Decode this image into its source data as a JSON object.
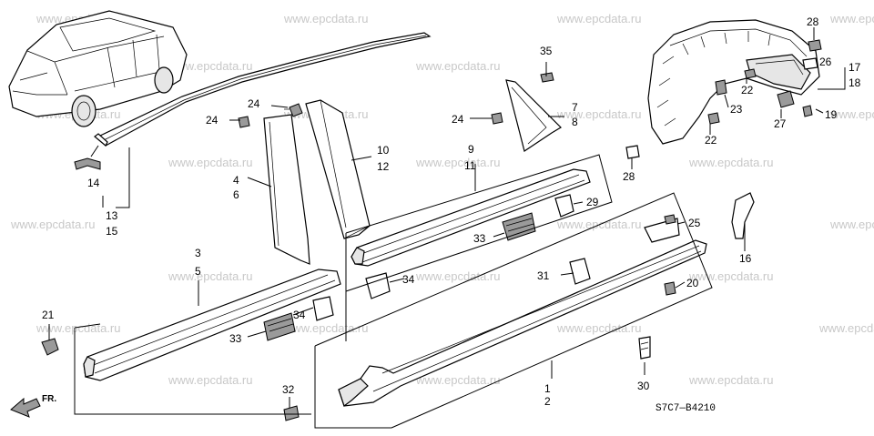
{
  "watermark": "www.epcdata.ru",
  "diagram_code": "S7C7—B4210",
  "direction_label": "FR.",
  "callouts": {
    "c1": "1",
    "c2": "2",
    "c3": "3",
    "c4": "4",
    "c5": "5",
    "c6": "6",
    "c7": "7",
    "c8": "8",
    "c9": "9",
    "c10": "10",
    "c11": "11",
    "c12": "12",
    "c13": "13",
    "c14": "14",
    "c15": "15",
    "c16": "16",
    "c17": "17",
    "c18": "18",
    "c19": "19",
    "c20": "20",
    "c21": "21",
    "c22a": "22",
    "c22b": "22",
    "c23": "23",
    "c24a": "24",
    "c24b": "24",
    "c24c": "24",
    "c25": "25",
    "c26": "26",
    "c27": "27",
    "c28a": "28",
    "c28b": "28",
    "c29": "29",
    "c30": "30",
    "c31": "31",
    "c32": "32",
    "c33a": "33",
    "c33b": "33",
    "c34a": "34",
    "c34b": "34",
    "c35": "35"
  }
}
